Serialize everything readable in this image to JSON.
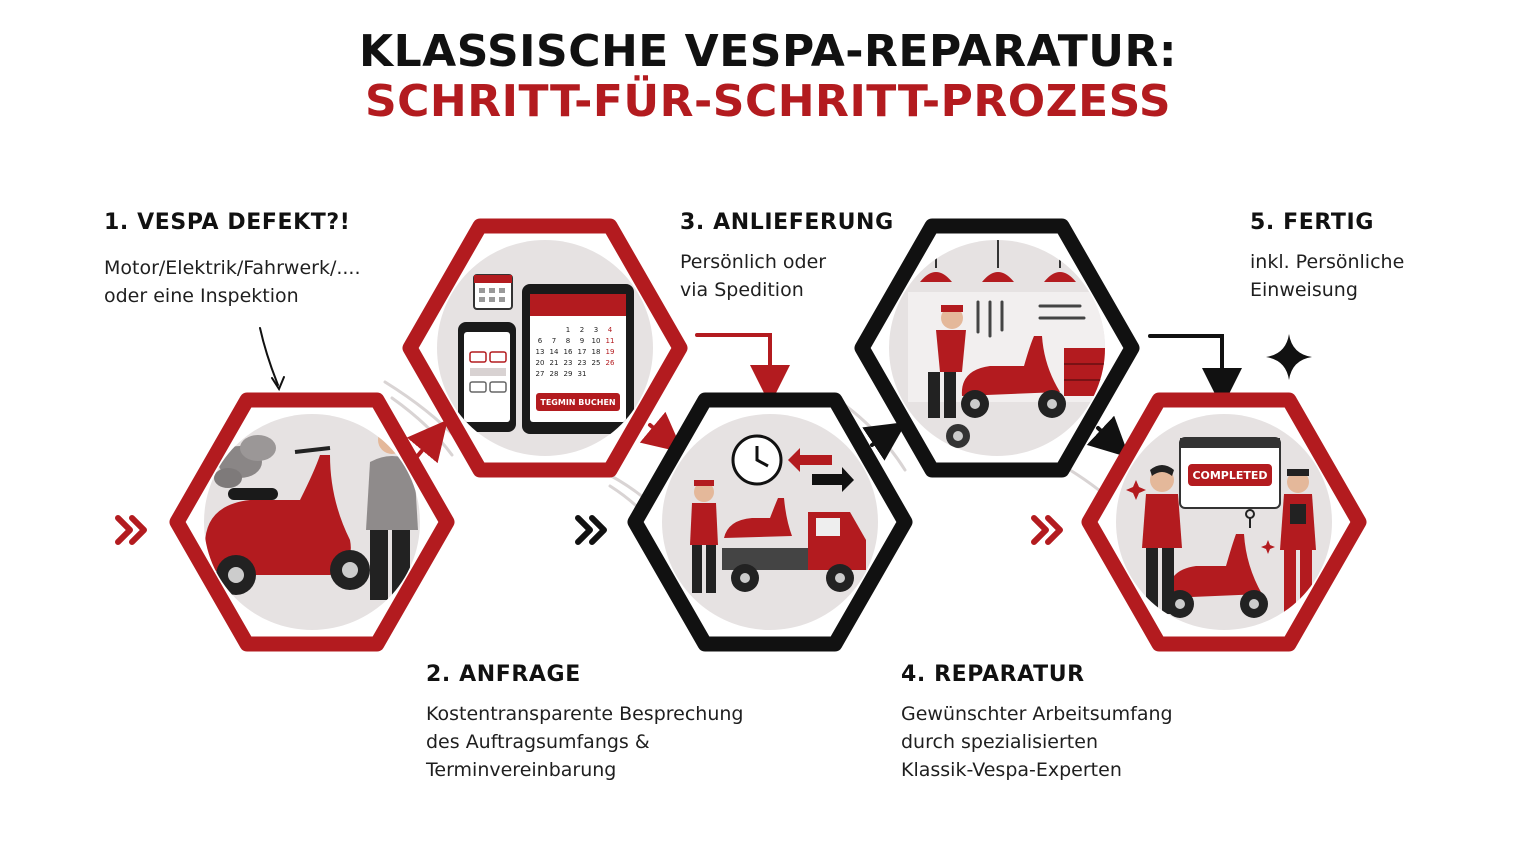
{
  "title": {
    "line1": "KLASSISCHE VESPA-REPARATUR:",
    "line2": "SCHRITT-FÜR-SCHRITT-PROZESS"
  },
  "colors": {
    "accent": "#b31b1f",
    "dark": "#111111",
    "bubble": "#e6e2e2"
  },
  "steps": [
    {
      "heading": "1. VESPA DEFEKT?!",
      "lines": [
        "Motor/Elektrik/Fahrwerk/....",
        "oder eine Inspektion"
      ],
      "frame": "accent",
      "icon": "broken-scooter-icon"
    },
    {
      "heading": "2. ANFRAGE",
      "lines": [
        "Kostentransparente Besprechung",
        "des Auftragsumfangs &",
        "Terminvereinbarung"
      ],
      "frame": "accent",
      "icon": "calendar-booking-icon",
      "button_label": "TEGMIN BUCHEN",
      "calendar_rows": [
        [
          "",
          "",
          "1",
          "2",
          "3",
          "4"
        ],
        [
          "6",
          "7",
          "8",
          "9",
          "10",
          "11"
        ],
        [
          "13",
          "14",
          "16",
          "17",
          "18",
          "19"
        ],
        [
          "20",
          "21",
          "23",
          "23",
          "25",
          "26"
        ],
        [
          "27",
          "28",
          "29",
          "31",
          "",
          ""
        ]
      ]
    },
    {
      "heading": "3. ANLIEFERUNG",
      "lines": [
        "Persönlich oder",
        "via Spedition"
      ],
      "frame": "dark",
      "icon": "delivery-truck-icon"
    },
    {
      "heading": "4. REPARATUR",
      "lines": [
        "Gewünschter Arbeitsumfang",
        "durch spezialisierten",
        "Klassik-Vespa-Experten"
      ],
      "frame": "dark",
      "icon": "workshop-icon"
    },
    {
      "heading": "5. FERTIG",
      "lines": [
        "inkl. Persönliche",
        "Einweisung"
      ],
      "frame": "accent",
      "icon": "handover-icon",
      "badge_label": "COMPLETED"
    }
  ]
}
